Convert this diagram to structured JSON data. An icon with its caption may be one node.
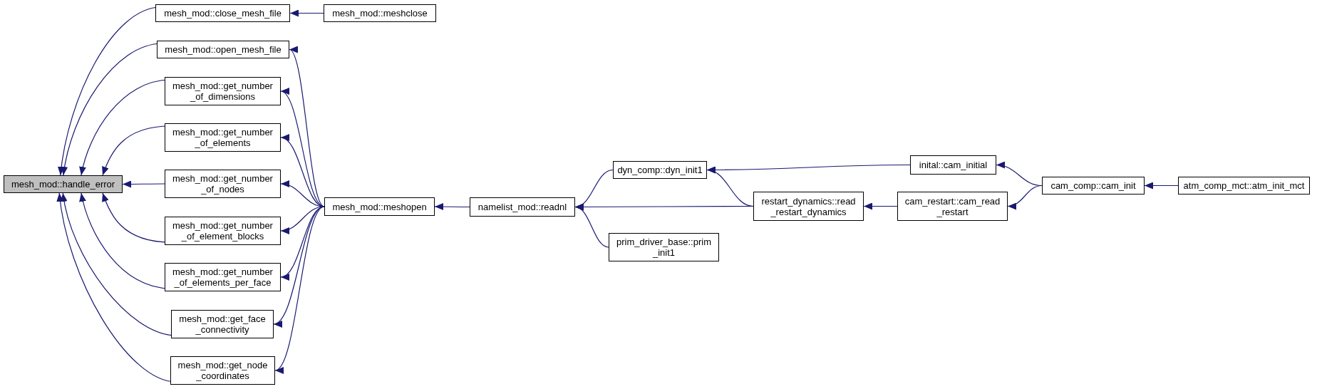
{
  "diagram": {
    "nodes": [
      {
        "text": [
          "mesh_mod::handle_error"
        ]
      },
      {
        "text": [
          "mesh_mod::close_mesh_file"
        ]
      },
      {
        "text": [
          "mesh_mod::meshclose"
        ]
      },
      {
        "text": [
          "mesh_mod::open_mesh_file"
        ]
      },
      {
        "text": [
          "mesh_mod::get_number _of_dimensions"
        ]
      },
      {
        "text": [
          "mesh_mod::get_number _of_elements"
        ]
      },
      {
        "text": [
          "mesh_mod::get_number _of_nodes"
        ]
      },
      {
        "text": [
          "mesh_mod::get_number _of_element_blocks"
        ]
      },
      {
        "text": [
          "mesh_mod::get_number _of_elements_per_face"
        ]
      },
      {
        "text": [
          "mesh_mod::get_face _connectivity"
        ]
      },
      {
        "text": [
          "mesh_mod::get_node _coordinates"
        ]
      },
      {
        "text": [
          "mesh_mod::meshopen"
        ]
      },
      {
        "text": [
          "namelist_mod::readnl"
        ]
      },
      {
        "text": [
          "dyn_comp::dyn_init1"
        ]
      },
      {
        "text": [
          "prim_driver_base::prim _init1"
        ]
      },
      {
        "text": [
          "restart_dynamics::read _restart_dynamics"
        ]
      },
      {
        "text": [
          "inital::cam_initial"
        ]
      },
      {
        "text": [
          "cam_restart::cam_read _restart"
        ]
      },
      {
        "text": [
          "cam_comp::cam_init"
        ]
      },
      {
        "text": [
          "atm_comp_mct::atm_init_mct"
        ]
      }
    ],
    "edges": [
      {
        "from": 1,
        "to": 0,
        "arrow": "to"
      },
      {
        "from": 3,
        "to": 0,
        "arrow": "to"
      },
      {
        "from": 4,
        "to": 0,
        "arrow": "to"
      },
      {
        "from": 5,
        "to": 0,
        "arrow": "to"
      },
      {
        "from": 6,
        "to": 0,
        "arrow": "to"
      },
      {
        "from": 7,
        "to": 0,
        "arrow": "to"
      },
      {
        "from": 8,
        "to": 0,
        "arrow": "to"
      },
      {
        "from": 9,
        "to": 0,
        "arrow": "to"
      },
      {
        "from": 10,
        "to": 0,
        "arrow": "to"
      },
      {
        "from": 2,
        "to": 1,
        "arrow": "to"
      },
      {
        "from": 11,
        "to": 3,
        "arrow": "to"
      },
      {
        "from": 11,
        "to": 4,
        "arrow": "to"
      },
      {
        "from": 11,
        "to": 5,
        "arrow": "to"
      },
      {
        "from": 11,
        "to": 6,
        "arrow": "to"
      },
      {
        "from": 11,
        "to": 7,
        "arrow": "to"
      },
      {
        "from": 11,
        "to": 8,
        "arrow": "to"
      },
      {
        "from": 11,
        "to": 9,
        "arrow": "to"
      },
      {
        "from": 11,
        "to": 10,
        "arrow": "to"
      },
      {
        "from": 12,
        "to": 11,
        "arrow": "to"
      },
      {
        "from": 13,
        "to": 12,
        "arrow": "to"
      },
      {
        "from": 15,
        "to": 12,
        "arrow": "to"
      },
      {
        "from": 14,
        "to": 12,
        "arrow": "to"
      },
      {
        "from": 16,
        "to": 13,
        "arrow": "to"
      },
      {
        "from": 15,
        "to": 13,
        "arrow": "to"
      },
      {
        "from": 17,
        "to": 15,
        "arrow": "to"
      },
      {
        "from": 18,
        "to": 16,
        "arrow": "to"
      },
      {
        "from": 18,
        "to": 17,
        "arrow": "to"
      },
      {
        "from": 19,
        "to": 18,
        "arrow": "to"
      }
    ]
  }
}
